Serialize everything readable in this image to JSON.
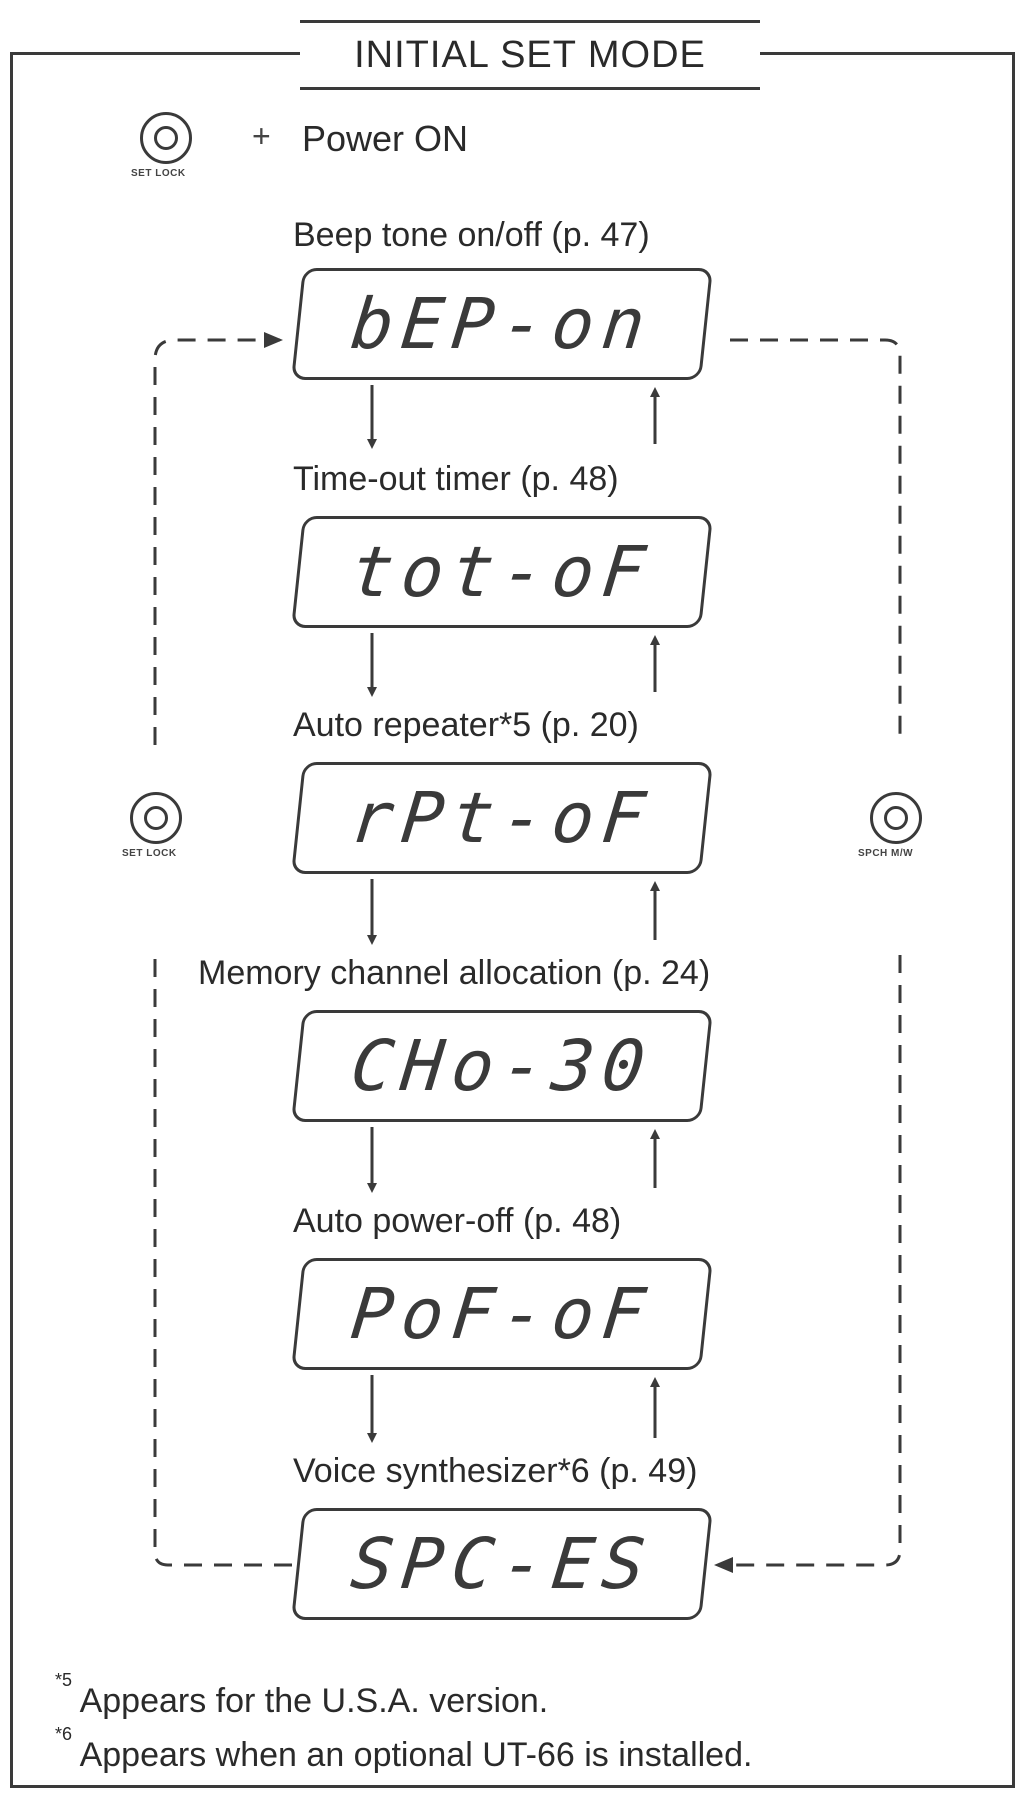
{
  "header": {
    "title": "INITIAL SET MODE"
  },
  "start": {
    "plus": "+",
    "label": "Power ON",
    "key_label": "SET LOCK"
  },
  "side_keys": {
    "left_label": "SET LOCK",
    "right_label": "SPCH M/W"
  },
  "items": [
    {
      "label": "Beep tone on/off (p. 47)",
      "display": "bEP-on"
    },
    {
      "label": "Time-out timer (p. 48)",
      "display": "tot-oF"
    },
    {
      "label": "Auto repeater*5 (p. 20)",
      "display": "rPt-oF"
    },
    {
      "label": "Memory channel allocation (p. 24)",
      "display": "CHo-30"
    },
    {
      "label": "Auto power-off (p. 48)",
      "display": "PoF-oF"
    },
    {
      "label": "Voice synthesizer*6 (p. 49)",
      "display": "SPC-ES"
    }
  ],
  "footnotes": [
    {
      "mark": "*5",
      "text": "Appears for the U.S.A. version."
    },
    {
      "mark": "*6",
      "text": "Appears when an optional UT-66 is installed."
    }
  ],
  "colors": {
    "ink": "#3a3a3a",
    "background": "#ffffff"
  },
  "icons": {
    "key": "set-lock-key-icon",
    "flow_down": "arrow-down-icon",
    "flow_up": "arrow-up-icon"
  }
}
